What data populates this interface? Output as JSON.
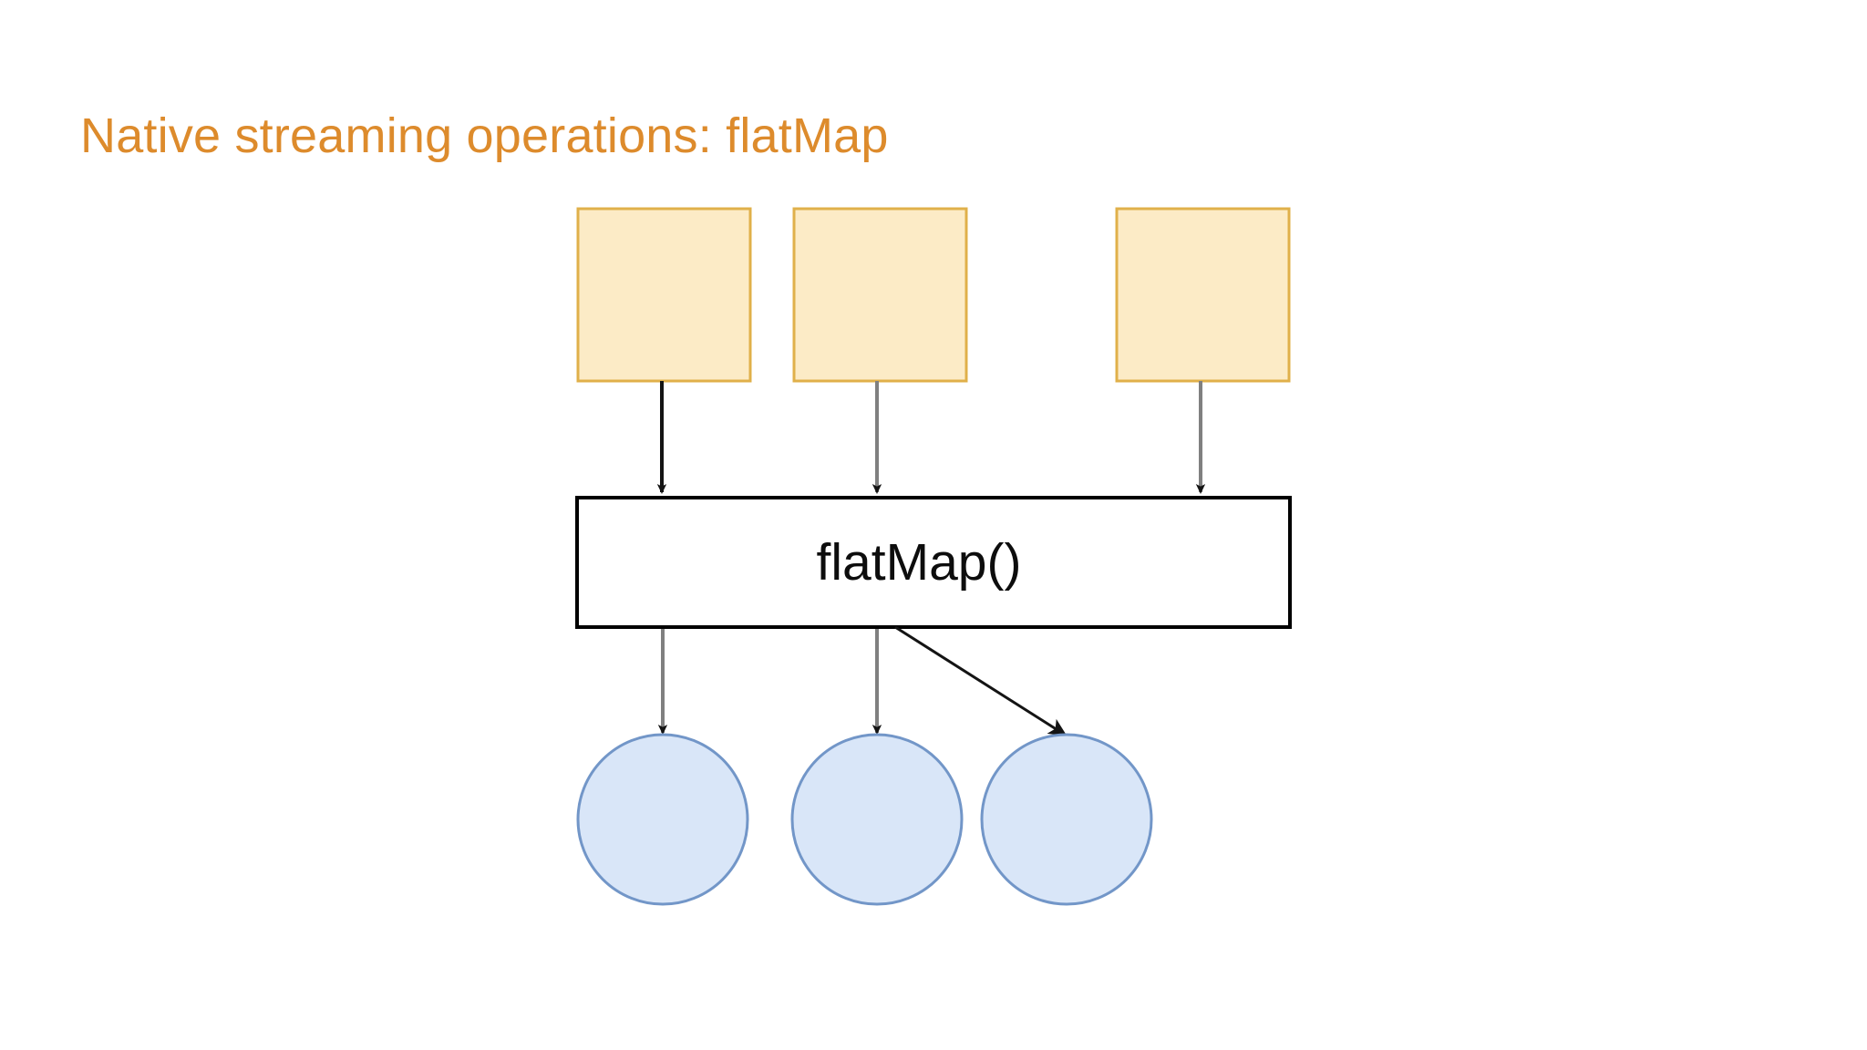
{
  "slide": {
    "title": "Native streaming operations: flatMap",
    "background_color": "#FFFFFF",
    "title_color": "#DD8B2C"
  },
  "diagram": {
    "type": "flow-diagram",
    "operation_label": "flatMap()",
    "input_shape": "square",
    "input_count": 3,
    "output_shape": "circle",
    "output_count": 3,
    "colors": {
      "input_fill": "#FCEBC6",
      "input_stroke": "#E0B04A",
      "operation_fill": "#FFFFFF",
      "operation_stroke": "#000000",
      "output_fill": "#D9E6F8",
      "output_stroke": "#7296C8",
      "arrow_black": "#141414",
      "arrow_gray": "#808080"
    },
    "inputs": [
      {
        "name": "input-square-1",
        "label": ""
      },
      {
        "name": "input-square-2",
        "label": ""
      },
      {
        "name": "input-square-3",
        "label": ""
      }
    ],
    "outputs": [
      {
        "name": "output-circle-1",
        "label": ""
      },
      {
        "name": "output-circle-2",
        "label": ""
      },
      {
        "name": "output-circle-3",
        "label": ""
      }
    ],
    "edges": [
      {
        "name": "input-1-to-operation",
        "from": "input-square-1",
        "to": "operation",
        "color": "#141414"
      },
      {
        "name": "input-2-to-operation",
        "from": "input-square-2",
        "to": "operation",
        "color": "#808080"
      },
      {
        "name": "input-3-to-operation",
        "from": "input-square-3",
        "to": "operation",
        "color": "#808080"
      },
      {
        "name": "operation-to-output-1",
        "from": "operation",
        "to": "output-circle-1",
        "color": "#808080"
      },
      {
        "name": "operation-to-output-2",
        "from": "operation",
        "to": "output-circle-2",
        "color": "#808080"
      },
      {
        "name": "operation-to-output-3",
        "from": "operation",
        "to": "output-circle-3",
        "color": "#141414"
      }
    ]
  }
}
